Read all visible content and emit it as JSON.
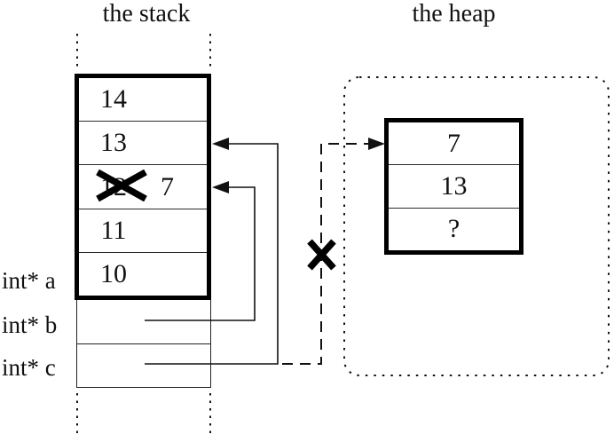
{
  "diagram": {
    "stack": {
      "title": "the stack",
      "cells": [
        {
          "value": "14"
        },
        {
          "value": "13"
        },
        {
          "value": "12",
          "crossed_out": true,
          "replacement": "7"
        },
        {
          "value": "11"
        },
        {
          "value": "10"
        }
      ],
      "pointers": [
        {
          "label": "int* a"
        },
        {
          "label": "int* b"
        },
        {
          "label": "int* c"
        }
      ]
    },
    "heap": {
      "title": "the heap",
      "cells": [
        {
          "value": "7"
        },
        {
          "value": "13"
        },
        {
          "value": "?"
        }
      ]
    },
    "connections": [
      {
        "from": "int* b",
        "to": "stack cell with replacement value 7",
        "style": "solid-arrow"
      },
      {
        "from": "int* c",
        "to": "stack cell 13",
        "style": "solid-arrow"
      },
      {
        "from": "int* c",
        "to": "heap cell 7",
        "style": "dashed-arrow",
        "crossed_out": true
      }
    ],
    "icons": {
      "cross_out": "✕",
      "arrowhead": "►"
    },
    "colors": {
      "ink": "#000000",
      "background": "#ffffff"
    }
  }
}
